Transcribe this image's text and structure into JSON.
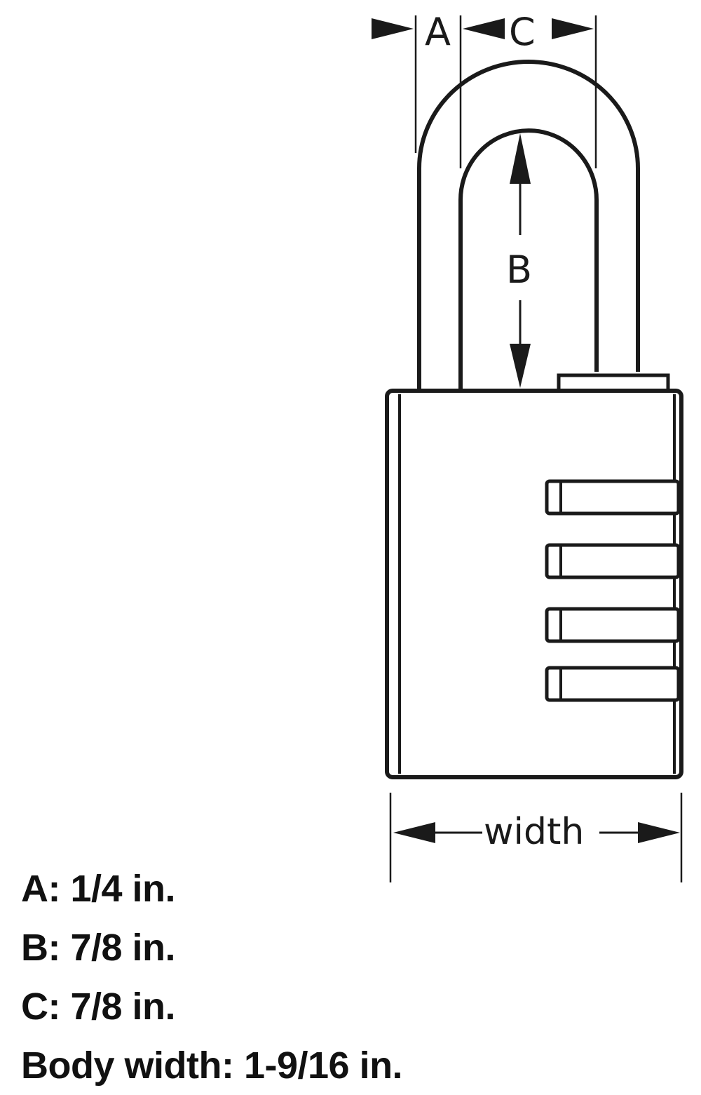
{
  "labels": {
    "a": "A",
    "b": "B",
    "c": "C",
    "width": "width"
  },
  "specs": [
    {
      "text": "A: 1/4 in."
    },
    {
      "text": "B: 7/8 in."
    },
    {
      "text": "C: 7/8 in."
    },
    {
      "text": "Body width: 1-9/16 in."
    }
  ],
  "colors": {
    "ink": "#1a1a1a",
    "background": "#ffffff"
  },
  "icons": {
    "diagram": "padlock-icon"
  }
}
